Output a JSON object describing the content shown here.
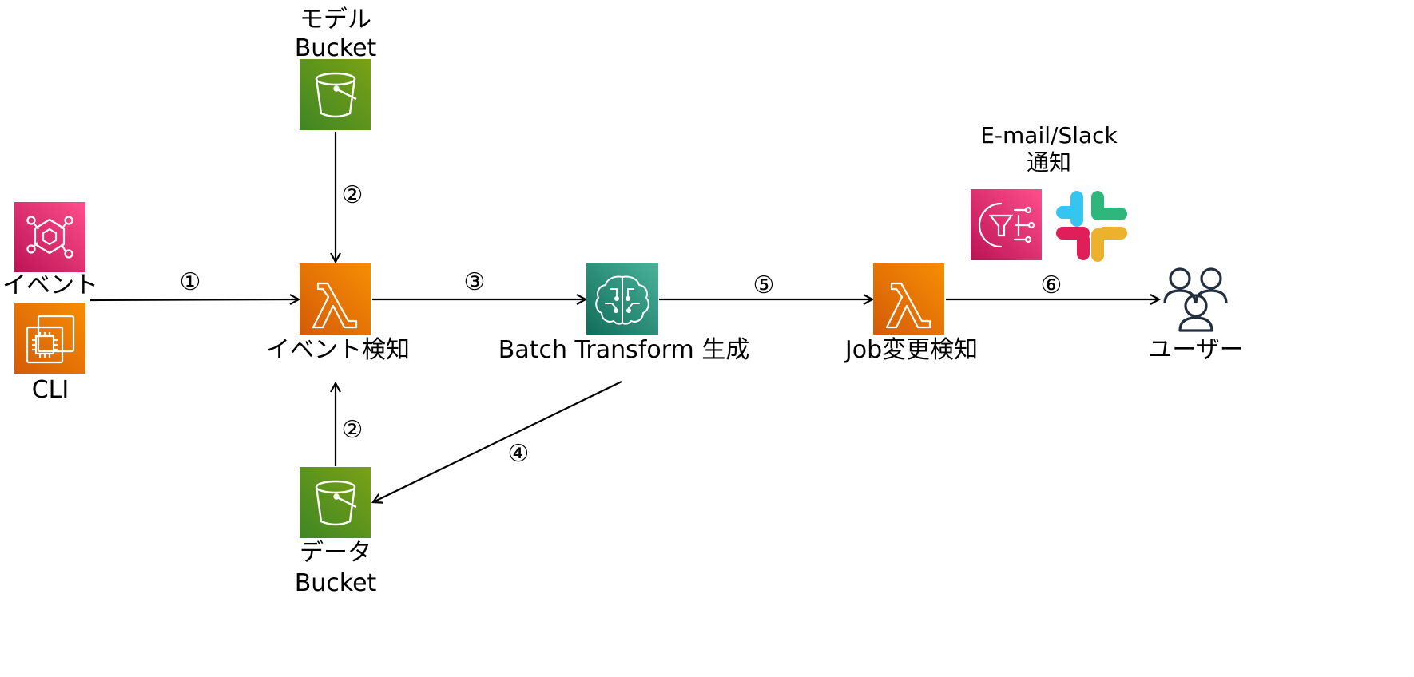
{
  "nodes": {
    "event": {
      "label": "イベント",
      "icon": "eventbridge-icon"
    },
    "cli": {
      "label": "CLI",
      "icon": "ec2-icon"
    },
    "model_bucket": {
      "label_line1": "モデル",
      "label_line2": "Bucket",
      "icon": "s3-bucket-icon"
    },
    "event_lambda": {
      "label": "イベント検知",
      "icon": "lambda-icon"
    },
    "data_bucket": {
      "label_line1": "データ",
      "label_line2": "Bucket",
      "icon": "s3-bucket-icon"
    },
    "sagemaker": {
      "label": "Batch Transform 生成",
      "icon": "sagemaker-icon"
    },
    "job_lambda": {
      "label": "Job変更検知",
      "icon": "lambda-icon"
    },
    "notify": {
      "label_line1": "E-mail/Slack",
      "label_line2": "通知",
      "icons": [
        "sns-icon",
        "slack-icon"
      ]
    },
    "users": {
      "label": "ユーザー",
      "icon": "users-icon"
    }
  },
  "steps": {
    "s1": "①",
    "s2a": "②",
    "s2b": "②",
    "s3": "③",
    "s4": "④",
    "s5": "⑤",
    "s6": "⑥"
  },
  "colors": {
    "s3_green_light": "#7aa116",
    "s3_green_dark": "#3f8624",
    "lambda_orange_light": "#f78e04",
    "lambda_orange_dark": "#d45b07",
    "eventbridge_pink_light": "#ff4f8b",
    "eventbridge_pink_dark": "#bc1356",
    "sagemaker_teal_light": "#4ab29a",
    "sagemaker_teal_dark": "#116d5b",
    "arrow": "#000000",
    "users_stroke": "#232f3e"
  }
}
